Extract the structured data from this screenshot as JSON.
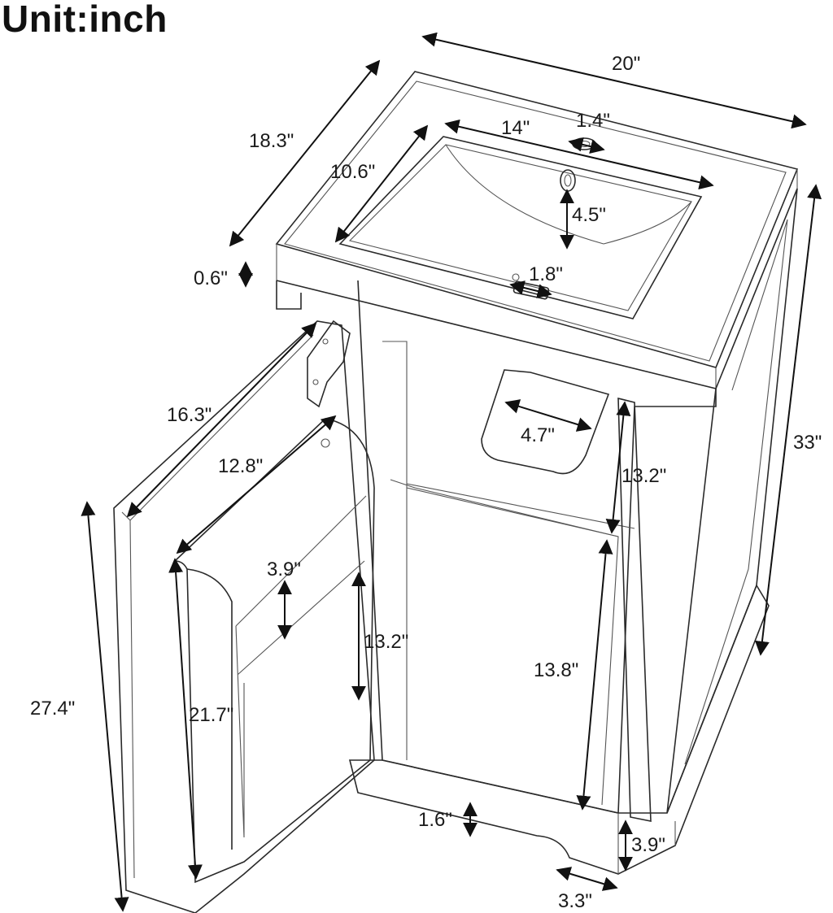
{
  "title": "Unit:inch",
  "colors": {
    "line": "#2a2a2a",
    "text": "#1a1a1a",
    "speckle": "#d7d7d7",
    "background": "#ffffff"
  },
  "dimensions": {
    "overall_width": "20\"",
    "overall_depth": "18.3\"",
    "basin_width": "14\"",
    "faucet_hole": "1.4\"",
    "basin_depth": "10.6\"",
    "basin_height": "4.5\"",
    "top_thickness": "0.6\"",
    "drain": "1.8\"",
    "overall_height": "33\"",
    "door_width": "16.3\"",
    "rack_width": "12.8\"",
    "cutout_width": "4.7\"",
    "upper_opening": "13.2\"",
    "shelf_gap": "3.9\"",
    "rack_lower": "13.2\"",
    "cabinet_opening": "13.8\"",
    "door_height": "27.4\"",
    "rack_height": "21.7\"",
    "kick_height": "1.6\"",
    "base_height": "3.9\"",
    "base_recess": "3.3\""
  }
}
